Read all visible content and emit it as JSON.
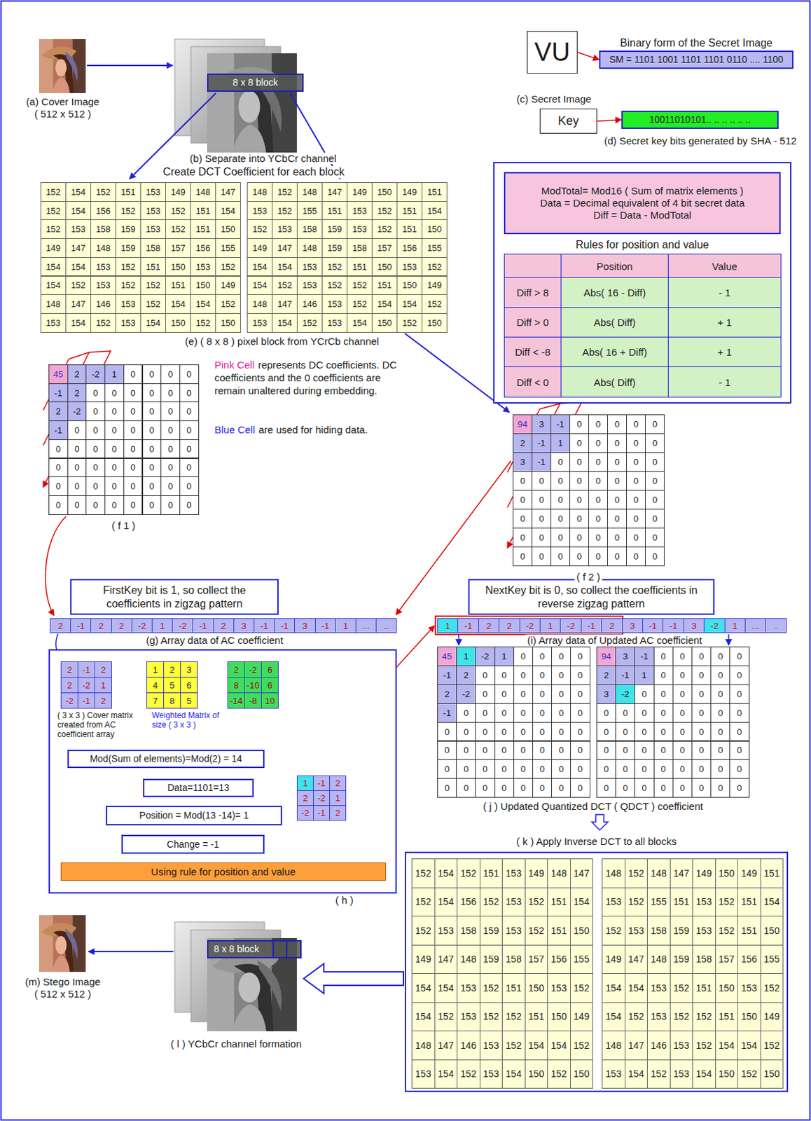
{
  "diagram": {
    "nodes": [
      {
        "text": [
          "VU"
        ]
      },
      {
        "text": [
          "Binary form of the Secret Image",
          "SM = 1101 1001 1101 1101 0110 .... 1100"
        ]
      },
      {
        "text": [
          "Key"
        ]
      },
      {
        "text": [
          "10011010101.. .. .. .. .. .."
        ]
      },
      {
        "text": [
          "8 x 8 block"
        ]
      },
      {
        "text": [
          "Rules for position and value"
        ]
      },
      {
        "text": [
          "ModTotal= Mod16 ( Sum of matrix elements )",
          "Data = Decimal equivalent of 4 bit secret data",
          "Diff = Data - ModTotal"
        ],
        "in": 5
      },
      {
        "text": [
          "FirstKey bit is 1, so collect the coefficients in zigzag pattern"
        ]
      },
      {
        "text": [
          "NextKey bit is 0, so collect the coefficients in reverse zigzag pattern"
        ]
      },
      {
        "text": [
          "( h )"
        ]
      },
      {
        "text": [
          "Mod(Sum of elements)=Mod(2) = 14"
        ],
        "in": 9
      },
      {
        "text": [
          "Data=1101=13"
        ],
        "in": 9
      },
      {
        "text": [
          "Position = Mod(13 -14)= 1"
        ],
        "in": 9
      },
      {
        "text": [
          "Change = -1"
        ],
        "in": 9
      },
      {
        "text": [
          "Using rule for position and value"
        ],
        "in": 9
      },
      {
        "text": [
          "( k ) Apply Inverse DCT to all blocks"
        ]
      },
      {
        "text": [
          "8 x 8 block"
        ]
      }
    ],
    "edges": [
      {
        "from": 0,
        "to": 1,
        "arrow": "to"
      },
      {
        "from": 2,
        "to": 3,
        "arrow": "to"
      }
    ],
    "labels": [
      "(a) Cover Image",
      "( 512 x 512 )",
      "(b) Separate into YCbCr channel",
      "(c) Secret Image",
      "(d) Secret key bits generated by SHA - 512",
      "Create DCT Coefficient for each block",
      "152",
      "154",
      "152",
      "151",
      "153",
      "149",
      "148",
      "147",
      "152",
      "154",
      "156",
      "152",
      "153",
      "152",
      "151",
      "154",
      "152",
      "153",
      "158",
      "159",
      "153",
      "152",
      "151",
      "150",
      "149",
      "147",
      "148",
      "159",
      "158",
      "157",
      "156",
      "155",
      "154",
      "154",
      "153",
      "152",
      "151",
      "150",
      "153",
      "152",
      "154",
      "152",
      "153",
      "152",
      "152",
      "151",
      "150",
      "149",
      "148",
      "147",
      "146",
      "153",
      "152",
      "154",
      "154",
      "152",
      "153",
      "154",
      "152",
      "153",
      "154",
      "150",
      "152",
      "150",
      "148",
      "152",
      "148",
      "147",
      "149",
      "150",
      "149",
      "151",
      "153",
      "152",
      "155",
      "151",
      "153",
      "152",
      "151",
      "154",
      "152",
      "153",
      "158",
      "159",
      "153",
      "152",
      "151",
      "150",
      "149",
      "147",
      "148",
      "159",
      "158",
      "157",
      "156",
      "155",
      "154",
      "154",
      "153",
      "152",
      "151",
      "150",
      "153",
      "152",
      "154",
      "152",
      "153",
      "152",
      "152",
      "151",
      "150",
      "149",
      "148",
      "147",
      "146",
      "153",
      "152",
      "154",
      "154",
      "152",
      "153",
      "154",
      "152",
      "153",
      "154",
      "150",
      "152",
      "150",
      "(e) ( 8 x 8 ) pixel block from YCrCb channel",
      "Position",
      "Value",
      "Diff > 8",
      "Abs( 16 - Diff)",
      "- 1",
      "Diff > 0",
      "Abs( Diff)",
      "+ 1",
      "Diff < -8",
      "Abs( 16 + Diff)",
      "+ 1",
      "Diff < 0",
      "Abs( Diff)",
      "- 1",
      "45",
      "2",
      "-2",
      "1",
      "0",
      "0",
      "0",
      "0",
      "-1",
      "2",
      "0",
      "0",
      "0",
      "0",
      "0",
      "0",
      "2",
      "-2",
      "0",
      "0",
      "0",
      "0",
      "0",
      "0",
      "-1",
      "0",
      "0",
      "0",
      "0",
      "0",
      "0",
      "0",
      "0",
      "0",
      "0",
      "0",
      "0",
      "0",
      "0",
      "0",
      "0",
      "0",
      "0",
      "0",
      "0",
      "0",
      "0",
      "0",
      "0",
      "0",
      "0",
      "0",
      "0",
      "0",
      "0",
      "0",
      "0",
      "0",
      "0",
      "0",
      "0",
      "0",
      "0",
      "0",
      "Pink Cell",
      "represents DC coefficients. DC coefficients and the 0 coefficients are remain unaltered during embedding.",
      "Blue Cell",
      "are used for hiding data.",
      "( f 1 )",
      "94",
      "3",
      "-1",
      "0",
      "0",
      "0",
      "0",
      "0",
      "2",
      "-1",
      "1",
      "0",
      "0",
      "0",
      "0",
      "0",
      "3",
      "-1",
      "0",
      "0",
      "0",
      "0",
      "0",
      "0",
      "0",
      "0",
      "0",
      "0",
      "0",
      "0",
      "0",
      "0",
      "0",
      "0",
      "0",
      "0",
      "0",
      "0",
      "0",
      "0",
      "0",
      "0",
      "0",
      "0",
      "0",
      "0",
      "0",
      "0",
      "0",
      "0",
      "0",
      "0",
      "0",
      "0",
      "0",
      "0",
      "0",
      "0",
      "0",
      "0",
      "0",
      "0",
      "0",
      "0",
      "( f 2 )",
      "2",
      "-1",
      "2",
      "2",
      "-2",
      "1",
      "-2",
      "-1",
      "2",
      "3",
      "-1",
      "-1",
      "3",
      "-1",
      "1",
      "...",
      "..",
      "(g) Array data of AC coefficient",
      "1",
      "-1",
      "2",
      "2",
      "-2",
      "1",
      "-2",
      "-1",
      "2",
      "3",
      "-1",
      "-1",
      "3",
      "-2",
      "1",
      "...",
      "..",
      "(i) Array data of Updated AC coefficient",
      "2",
      "-1",
      "2",
      "2",
      "-2",
      "1",
      "-2",
      "-1",
      "2",
      "1",
      "2",
      "3",
      "4",
      "5",
      "6",
      "7",
      "8",
      "5",
      "2",
      "-2",
      "6",
      "8",
      "-10",
      "6",
      "-14",
      "-8",
      "10",
      "( 3 x 3 ) Cover matrix created from AC coefficient array",
      "Weighted Matrix of size ( 3 x 3 )",
      "1",
      "-1",
      "2",
      "2",
      "-2",
      "1",
      "-2",
      "-1",
      "2",
      "45",
      "1",
      "-2",
      "1",
      "0",
      "0",
      "0",
      "0",
      "-1",
      "2",
      "0",
      "0",
      "0",
      "0",
      "0",
      "0",
      "2",
      "-2",
      "0",
      "0",
      "0",
      "0",
      "0",
      "0",
      "-1",
      "0",
      "0",
      "0",
      "0",
      "0",
      "0",
      "0",
      "0",
      "0",
      "0",
      "0",
      "0",
      "0",
      "0",
      "0",
      "0",
      "0",
      "0",
      "0",
      "0",
      "0",
      "0",
      "0",
      "0",
      "0",
      "0",
      "0",
      "0",
      "0",
      "0",
      "0",
      "0",
      "0",
      "0",
      "0",
      "0",
      "0",
      "0",
      "0",
      "94",
      "3",
      "-1",
      "0",
      "0",
      "0",
      "0",
      "0",
      "2",
      "-1",
      "1",
      "0",
      "0",
      "0",
      "0",
      "0",
      "3",
      "-2",
      "0",
      "0",
      "0",
      "0",
      "0",
      "0",
      "0",
      "0",
      "0",
      "0",
      "0",
      "0",
      "0",
      "0",
      "0",
      "0",
      "0",
      "0",
      "0",
      "0",
      "0",
      "0",
      "0",
      "0",
      "0",
      "0",
      "0",
      "0",
      "0",
      "0",
      "0",
      "0",
      "0",
      "0",
      "0",
      "0",
      "0",
      "0",
      "0",
      "0",
      "0",
      "0",
      "0",
      "0",
      "0",
      "0",
      "( j ) Updated Quantized DCT ( QDCT ) coefficient",
      "152",
      "154",
      "152",
      "151",
      "153",
      "149",
      "148",
      "147",
      "152",
      "154",
      "156",
      "152",
      "153",
      "152",
      "151",
      "154",
      "152",
      "153",
      "158",
      "159",
      "153",
      "152",
      "151",
      "150",
      "149",
      "147",
      "148",
      "159",
      "158",
      "157",
      "156",
      "155",
      "154",
      "154",
      "153",
      "152",
      "151",
      "150",
      "153",
      "152",
      "154",
      "152",
      "153",
      "152",
      "152",
      "151",
      "150",
      "149",
      "148",
      "147",
      "146",
      "153",
      "152",
      "154",
      "154",
      "152",
      "153",
      "154",
      "152",
      "153",
      "154",
      "150",
      "152",
      "150",
      "148",
      "152",
      "148",
      "147",
      "149",
      "150",
      "149",
      "151",
      "153",
      "152",
      "155",
      "151",
      "153",
      "152",
      "151",
      "154",
      "152",
      "153",
      "158",
      "159",
      "153",
      "152",
      "151",
      "150",
      "149",
      "147",
      "148",
      "159",
      "158",
      "157",
      "156",
      "155",
      "154",
      "154",
      "153",
      "152",
      "151",
      "150",
      "153",
      "152",
      "154",
      "152",
      "153",
      "152",
      "152",
      "151",
      "150",
      "149",
      "148",
      "147",
      "146",
      "153",
      "152",
      "154",
      "154",
      "152",
      "153",
      "154",
      "152",
      "153",
      "154",
      "150",
      "152",
      "150",
      "(m) Stego Image",
      "( 512 x 512 )",
      "( l ) YCbCr channel formation"
    ]
  }
}
